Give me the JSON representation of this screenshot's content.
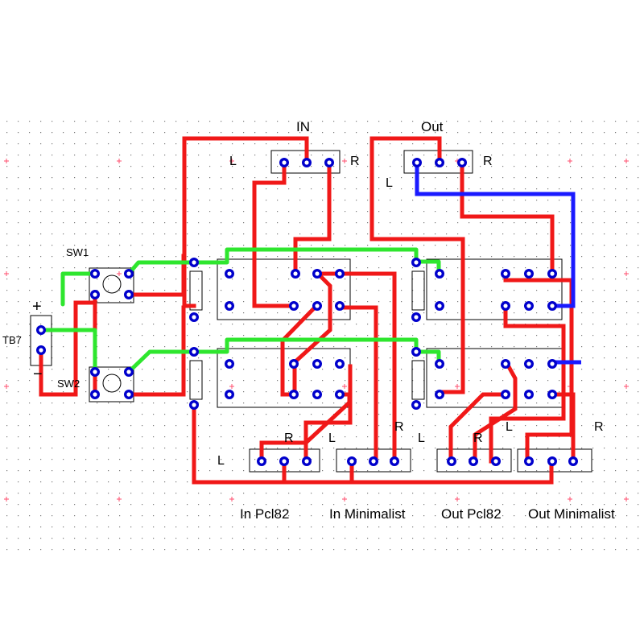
{
  "colors": {
    "background": "#ffffff",
    "grid_dot": "#7a7a7a",
    "grid_cross": "#ff4d6d",
    "trace_red": "#f01818",
    "trace_green": "#2ee62e",
    "trace_blue": "#1a1aff",
    "pad_outer": "#0000cc",
    "pad_inner": "#ffffff",
    "outline": "#000000"
  },
  "labels": {
    "in": "IN",
    "out": "Out",
    "in_L": "L",
    "in_R": "R",
    "out_L": "L",
    "out_R": "R",
    "sw1": "SW1",
    "sw2": "SW2",
    "tb7": "TB7",
    "plus": "+",
    "minus": "−",
    "b1_R": "R",
    "b1_L": "L",
    "b2_L": "L",
    "b2_R": "R",
    "b3_L": "L",
    "b3_R": "R",
    "b4_L": "L",
    "b4_R": "R",
    "in_pcl82": "In Pcl82",
    "in_minimalist": "In Minimalist",
    "out_pcl82": "Out Pcl82",
    "out_minimalist": "Out Minimalist"
  },
  "icons": [
    "relay-coil-icon",
    "switch-button-icon",
    "pad-icon"
  ]
}
